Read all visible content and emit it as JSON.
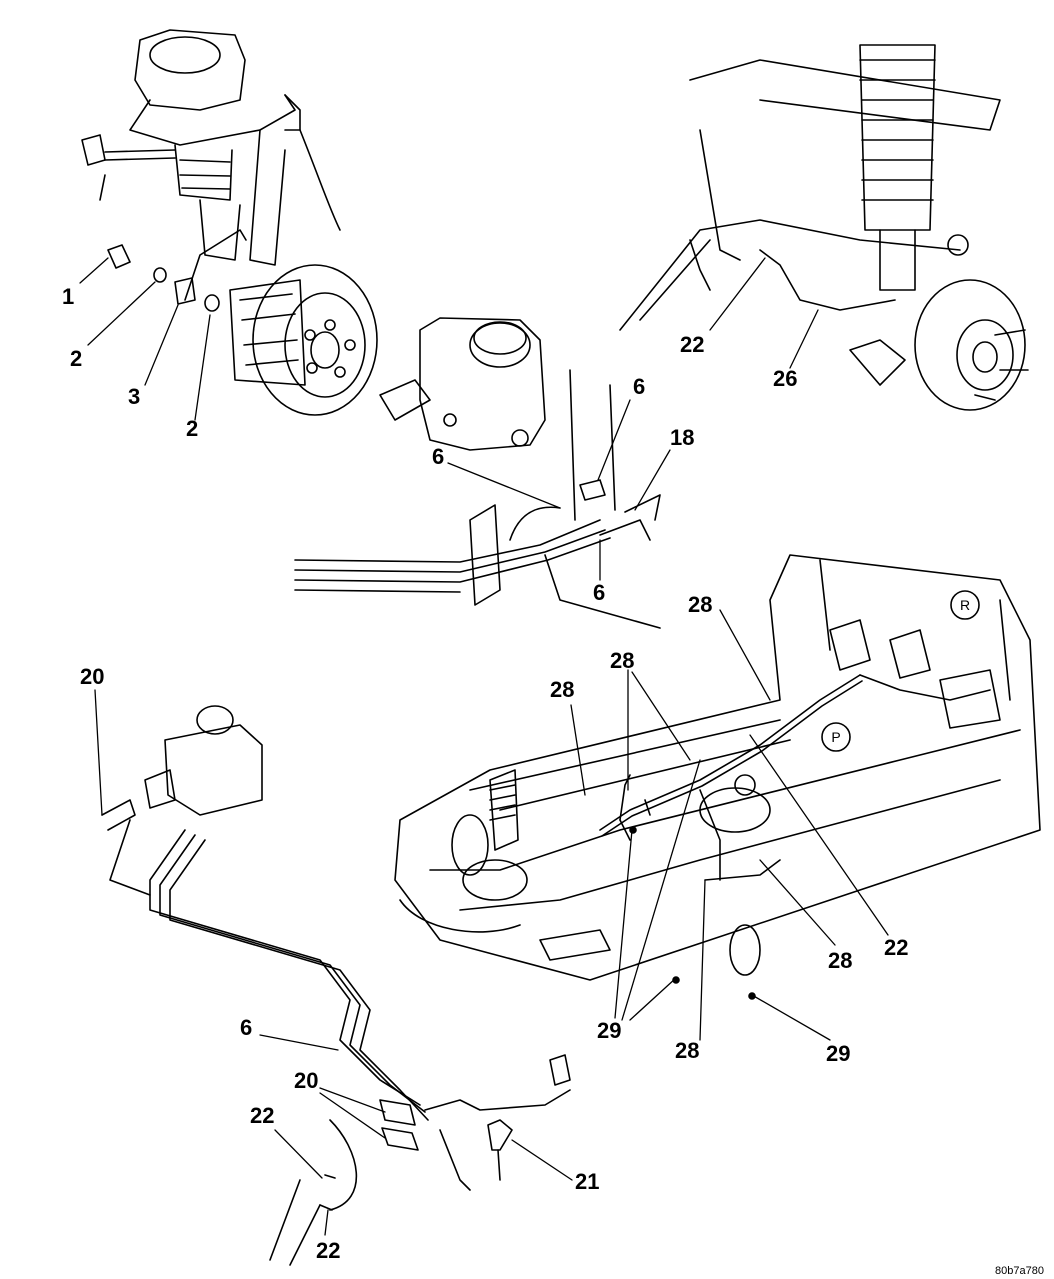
{
  "callouts": [
    {
      "id": "c1",
      "text": "1"
    },
    {
      "id": "c2a",
      "text": "2"
    },
    {
      "id": "c3",
      "text": "3"
    },
    {
      "id": "c2b",
      "text": "2"
    },
    {
      "id": "c6a",
      "text": "6"
    },
    {
      "id": "c6b",
      "text": "6"
    },
    {
      "id": "c18",
      "text": "18"
    },
    {
      "id": "c6c",
      "text": "6"
    },
    {
      "id": "c22a",
      "text": "22"
    },
    {
      "id": "c26",
      "text": "26"
    },
    {
      "id": "c20a",
      "text": "20"
    },
    {
      "id": "c28a",
      "text": "28"
    },
    {
      "id": "c28b",
      "text": "28"
    },
    {
      "id": "c28c",
      "text": "28"
    },
    {
      "id": "c22b",
      "text": "22"
    },
    {
      "id": "c28d",
      "text": "28"
    },
    {
      "id": "c29a",
      "text": "29"
    },
    {
      "id": "c28e",
      "text": "28"
    },
    {
      "id": "c29b",
      "text": "29"
    },
    {
      "id": "c6d",
      "text": "6"
    },
    {
      "id": "c20b",
      "text": "20"
    },
    {
      "id": "c22c",
      "text": "22"
    },
    {
      "id": "c21",
      "text": "21"
    },
    {
      "id": "c22d",
      "text": "22"
    }
  ],
  "markers": {
    "rear": "R",
    "park": "P"
  },
  "corner_code": "80b7a780",
  "colors": {
    "ink": "#000000",
    "paper": "#ffffff"
  }
}
